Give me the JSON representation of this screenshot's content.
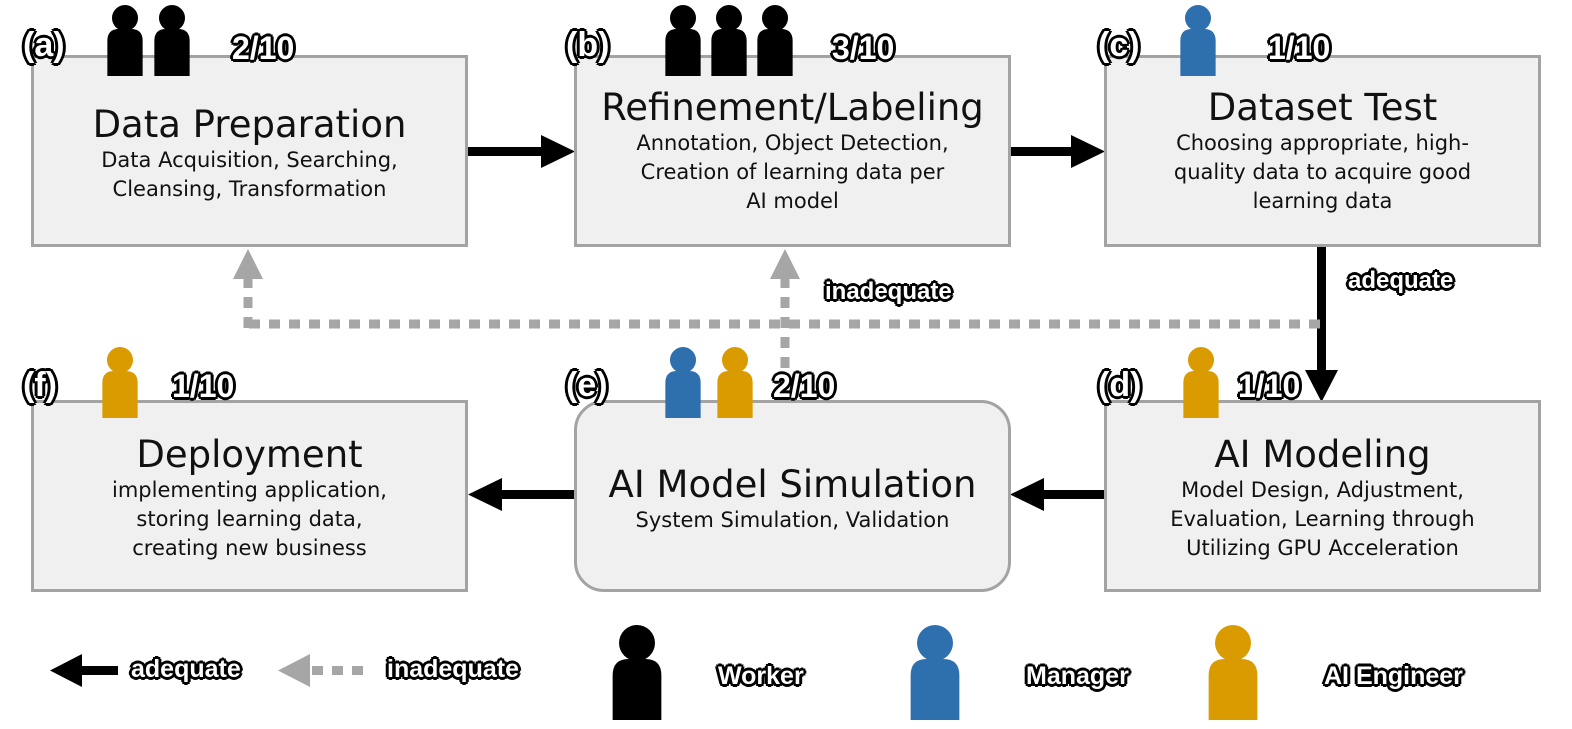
{
  "stages": [
    {
      "id": "a",
      "letter": "(a)",
      "ratio": "2/10",
      "title": "Data Preparation",
      "subtitle": "Data Acquisition, Searching,\nCleansing, Transformation",
      "people": [
        "worker",
        "worker"
      ]
    },
    {
      "id": "b",
      "letter": "(b)",
      "ratio": "3/10",
      "title": "Refinement/Labeling",
      "subtitle": "Annotation, Object Detection,\nCreation of learning data per\nAI model",
      "people": [
        "worker",
        "worker",
        "worker"
      ]
    },
    {
      "id": "c",
      "letter": "(c)",
      "ratio": "1/10",
      "title": "Dataset Test",
      "subtitle": "Choosing appropriate, high-\nquality data to acquire good\nlearning data",
      "people": [
        "manager"
      ]
    },
    {
      "id": "d",
      "letter": "(d)",
      "ratio": "1/10",
      "title": "AI Modeling",
      "subtitle": "Model Design, Adjustment,\nEvaluation, Learning through\nUtilizing GPU Acceleration",
      "people": [
        "engineer"
      ]
    },
    {
      "id": "e",
      "letter": "(e)",
      "ratio": "2/10",
      "title": "AI Model Simulation",
      "subtitle": "System Simulation, Validation",
      "people": [
        "manager",
        "engineer"
      ]
    },
    {
      "id": "f",
      "letter": "(f)",
      "ratio": "1/10",
      "title": "Deployment",
      "subtitle": "implementing application,\nstoring learning data,\ncreating new business",
      "people": [
        "engineer"
      ]
    }
  ],
  "flow_labels": {
    "inadequate": "inadequate",
    "adequate": "adequate"
  },
  "legend": {
    "adequate": "adequate",
    "inadequate": "inadequate",
    "worker": "Worker",
    "manager": "Manager",
    "engineer": "AI Engineer"
  },
  "colors": {
    "worker": "#000000",
    "manager": "#2e6fae",
    "engineer": "#d99b00",
    "solid_arrow": "#000000",
    "dashed_arrow": "#a6a6a6",
    "box_fill": "#f0f0f0",
    "box_border": "#a3a3a3"
  }
}
